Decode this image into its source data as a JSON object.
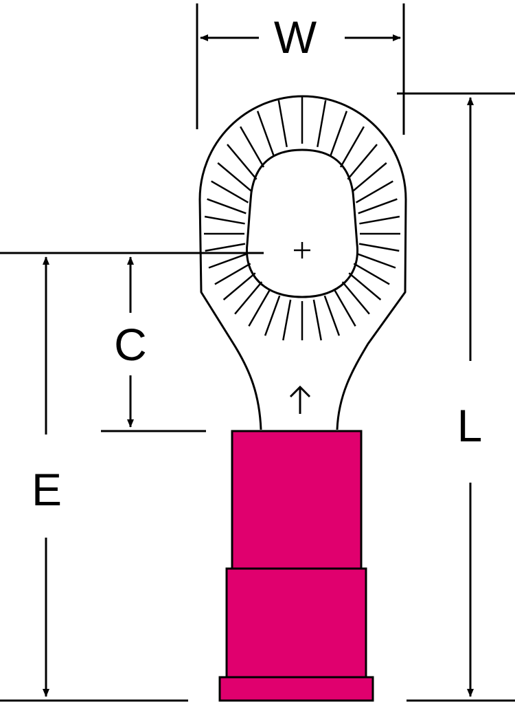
{
  "dimension_labels": {
    "width": "W",
    "length": "L",
    "center": "C",
    "edge": "E"
  },
  "colors": {
    "insulation": "#e0006e",
    "outline": "#000000",
    "background": "#ffffff"
  }
}
